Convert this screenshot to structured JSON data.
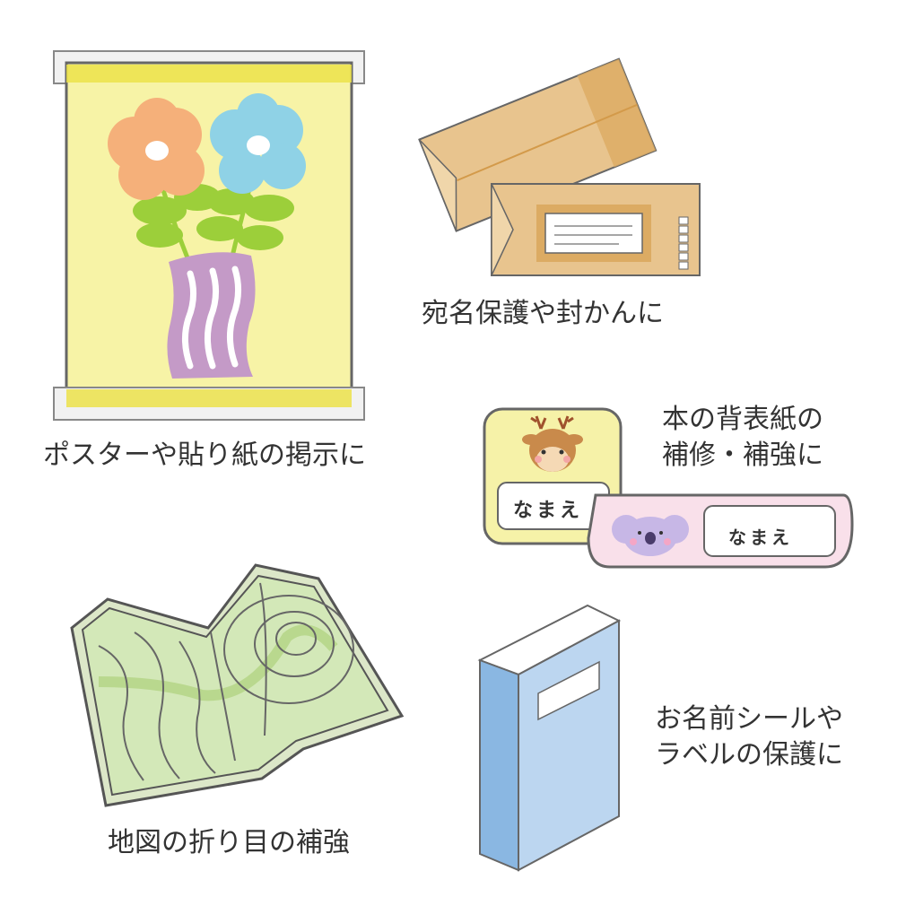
{
  "captions": {
    "poster": "ポスターや貼り紙の掲示に",
    "envelope": "宛名保護や封かんに",
    "spine_line1": "本の背表紙の",
    "spine_line2": "補修・補強に",
    "name_line1": "お名前シールや",
    "name_line2": "ラベルの保護に",
    "map": "地図の折り目の補強"
  },
  "labels": {
    "tag_deer": "なまえ",
    "tag_koala": "なまえ"
  },
  "colors": {
    "poster_bg": "#f7f3a6",
    "flower_orange": "#f5b07a",
    "flower_blue": "#8fd2e6",
    "leaf_green": "#9ccf3a",
    "vase_purple": "#c49ac7",
    "envelope": "#e8c48e",
    "map_green": "#d3e8b8",
    "book_blue": "#9dc4ea",
    "tag_yellow": "#f6f2a8",
    "tag_pink": "#f9e0ea"
  }
}
